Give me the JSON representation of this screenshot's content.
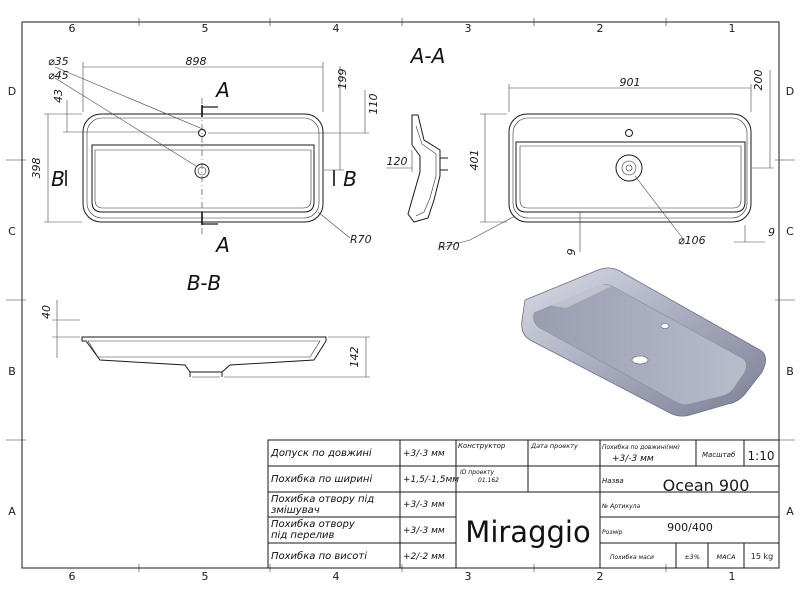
{
  "frame": {
    "cols_top": [
      "6",
      "5",
      "4",
      "3",
      "2",
      "1"
    ],
    "cols_bottom": [
      "6",
      "5",
      "4",
      "3",
      "2",
      "1"
    ],
    "rows_left": [
      "D",
      "C",
      "B",
      "A"
    ],
    "rows_right": [
      "D",
      "C",
      "B",
      "A"
    ]
  },
  "views": {
    "section_aa": "A-A",
    "section_bb": "B-B",
    "cut_a": "A",
    "cut_b": "B"
  },
  "dimensions": {
    "top_left_width": "898",
    "top_left_height": "398",
    "top_left_diam_small": "⌀35",
    "top_left_diam_large": "⌀45",
    "top_left_offset": "43",
    "top_left_right_199": "199",
    "top_left_right_110": "110",
    "top_left_radius": "R70",
    "side_depth": "120",
    "top_right_width": "901",
    "top_right_height": "401",
    "top_right_200": "200",
    "top_right_diam": "⌀106",
    "top_right_9a": "9",
    "top_right_9b": "9",
    "top_right_radius": "R70",
    "bb_40": "40",
    "bb_142": "142"
  },
  "title_block": {
    "rows": [
      {
        "label": "Допуск по довжині",
        "value": "+3/-3 мм"
      },
      {
        "label": "Похибка по ширині",
        "value": "+1,5/-1,5мм"
      },
      {
        "label": "Похибка отвору під змішувач",
        "value": "+3/-3 мм"
      },
      {
        "label": "Похибка отвору під перелив",
        "value": "+3/-3 мм"
      },
      {
        "label": "Похибка по висоті",
        "value": "+2/-2 мм"
      }
    ],
    "constructor_label": "Конструктор",
    "date_label": "Дата проекту",
    "id_label": "ID проекту",
    "id_value": "01.162",
    "length_err_label": "Похибка по довжині(мм)",
    "length_err_value": "+3/-3 мм",
    "scale_label": "Масштаб",
    "scale_value": "1:10",
    "name_label": "Назва",
    "name_value": "Ocean 900",
    "article_label": "№ Артикула",
    "size_label": "Розмір",
    "size_value": "900/400",
    "mass_err_label": "Похибка маси",
    "mass_err_value": "±3%",
    "mass_label": "МАСА",
    "mass_value": "15 kg",
    "brand": "Miraggio"
  }
}
